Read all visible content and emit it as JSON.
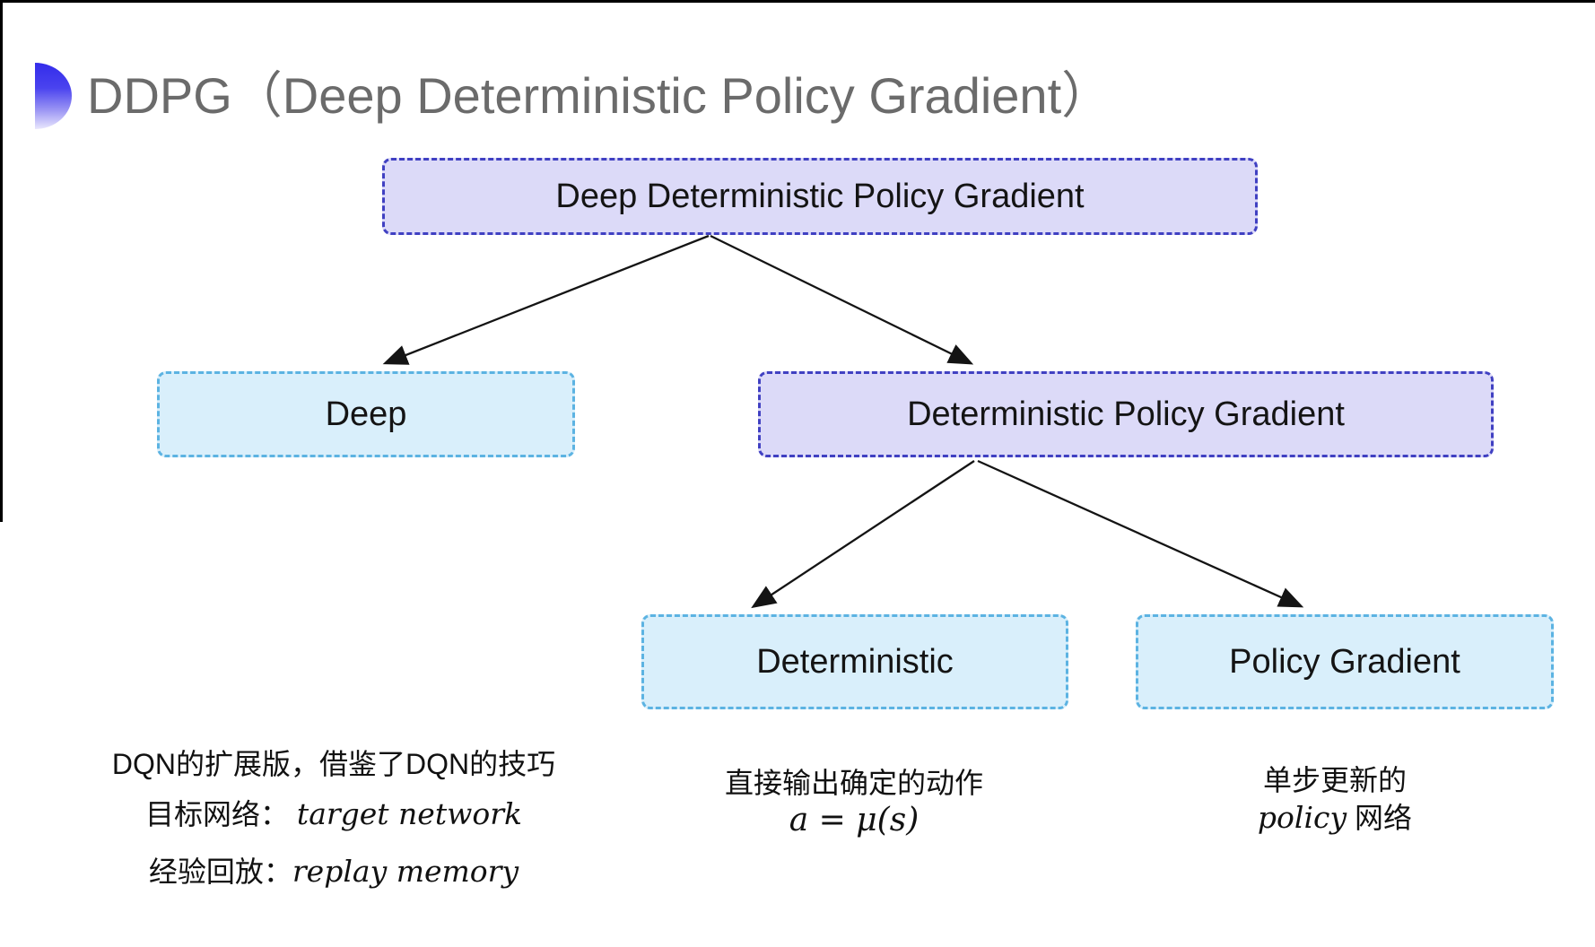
{
  "title": "DDPG（Deep Deterministic Policy Gradient）",
  "icon": {
    "name": "blue-semicircle-bullet"
  },
  "colors": {
    "purple_fill": "#dcdaf8",
    "purple_border": "#4040c2",
    "cyan_fill": "#d9effb",
    "cyan_border": "#5cb3e2",
    "title_gray": "#6b6b6b",
    "arrow": "#141414",
    "frame": "#000000"
  },
  "diagram": {
    "nodes": {
      "ddpg": {
        "label": "Deep Deterministic Policy Gradient",
        "variant": "purple"
      },
      "deep": {
        "label": "Deep",
        "variant": "cyan"
      },
      "dpg": {
        "label": "Deterministic Policy Gradient",
        "variant": "purple"
      },
      "deterministic": {
        "label": "Deterministic",
        "variant": "cyan"
      },
      "policy_gradient": {
        "label": "Policy Gradient",
        "variant": "cyan"
      }
    },
    "edges": [
      {
        "from": "ddpg",
        "to": "deep"
      },
      {
        "from": "ddpg",
        "to": "dpg"
      },
      {
        "from": "dpg",
        "to": "deterministic"
      },
      {
        "from": "dpg",
        "to": "policy_gradient"
      }
    ],
    "notes": {
      "deep": {
        "line1": "DQN的扩展版，借鉴了DQN的技巧",
        "line2_zh": "目标网络：",
        "line2_en": "target network",
        "line3_zh": "经验回放：",
        "line3_en": "replay memory"
      },
      "deterministic": {
        "line1": "直接输出确定的动作",
        "line2": "a = μ(s)"
      },
      "policy_gradient": {
        "line1": "单步更新的",
        "line2_en": "policy",
        "line2_zh": "网络"
      }
    }
  }
}
